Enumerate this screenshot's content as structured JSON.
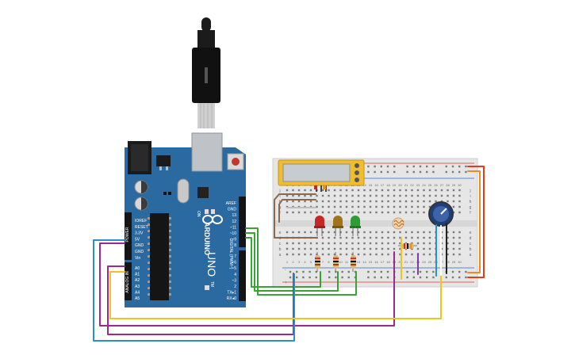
{
  "board": {
    "brand": "ARDUINO",
    "model": "UNO",
    "tm": "TM",
    "on_label": "ON",
    "header_power_labels": [
      "IOREF",
      "RESET",
      "3.3V",
      "5V",
      "GND",
      "GND",
      "Vin"
    ],
    "header_power_title": "POWER",
    "header_analog_labels": [
      "A0",
      "A1",
      "A2",
      "A3",
      "A4",
      "A5"
    ],
    "header_analog_title": "ANALOG IN",
    "header_digital_top_labels": [
      "AREF",
      "GND",
      "13",
      "12",
      "~11",
      "~10",
      "~9",
      "8"
    ],
    "header_digital_bottom_labels": [
      "7",
      "~6",
      "~5",
      "4",
      "~3",
      "2",
      "TX▸1",
      "RX◂0"
    ],
    "header_digital_title": "DIGITAL (PWM~)"
  },
  "breadboard": {
    "columns": [
      "1",
      "2",
      "3",
      "4",
      "5",
      "6",
      "7",
      "8",
      "9",
      "10",
      "11",
      "12",
      "13",
      "14",
      "15",
      "16",
      "17",
      "18",
      "19",
      "20",
      "21",
      "22",
      "23",
      "24",
      "25",
      "26",
      "27",
      "28",
      "29",
      "30"
    ],
    "rows_top": [
      "j",
      "i",
      "h",
      "g",
      "f"
    ],
    "rows_bottom": [
      "e",
      "d",
      "c",
      "b",
      "a"
    ],
    "rail_plus": "+",
    "rail_minus": "-"
  },
  "components": {
    "lcd": "lcd-display",
    "leds": [
      {
        "name": "led-red",
        "color": "#c62828"
      },
      {
        "name": "led-yellow",
        "color": "#a0751a"
      },
      {
        "name": "led-green",
        "color": "#2e9b33"
      }
    ],
    "potentiometer": "potentiometer",
    "photoresistor": "photoresistor",
    "usb": "usb-cable"
  },
  "colors": {
    "board": "#2b6aa0",
    "board_dark": "#1f5583",
    "breadboard": "#e6e6e6",
    "wire_green": "#3aa335",
    "wire_purple": "#9c2a8e",
    "wire_blue": "#2d8fc9",
    "wire_yellow": "#f0c419",
    "wire_red": "#e53b1a",
    "wire_orange": "#f08a1a",
    "wire_brown": "#8a6a4e",
    "wire_black": "#222222",
    "wire_white": "#ffffff",
    "wire_violet": "#7a3fa5"
  }
}
